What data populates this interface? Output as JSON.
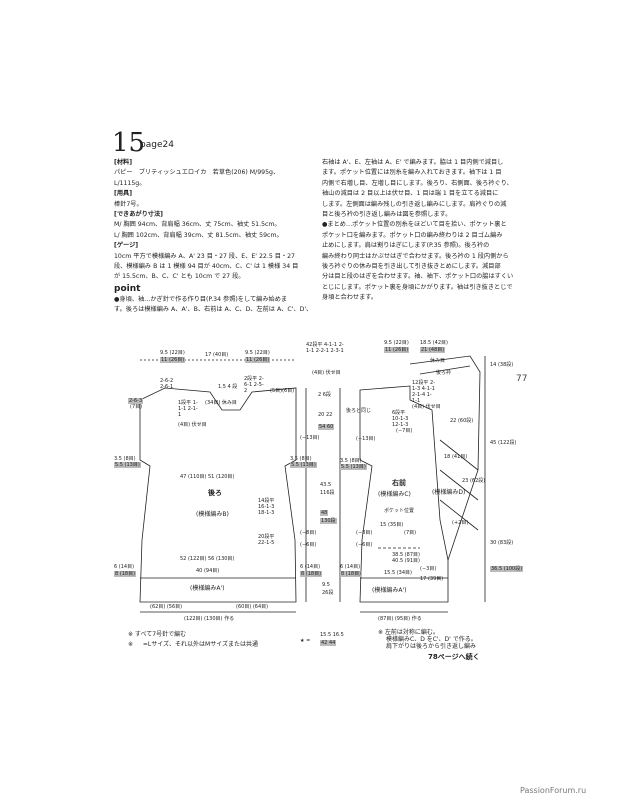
{
  "header": {
    "pattern_number": "15",
    "page_ref": "page24"
  },
  "left_column": [
    "[材料]",
    "パピー　ブリティッシュエロイカ　若草色(206) M/995g、",
    "L/1115g。",
    "[用具]",
    "棒針7号。",
    "[できあがり寸法]",
    "M/ 胸囲 94cm、背肩幅 36cm、丈 75cm、袖丈 51.5cm。",
    "L/ 胸囲 102cm、背肩幅 39cm、丈 81.5cm、袖丈 59cm。",
    "[ゲージ]",
    "10cm 平方で模様編み A、A' 23 目・27 段、E、E' 22.5 目・27",
    "段、模様編み B は 1 模様 94 目が 40cm、C、C' は 1 模様 34 目",
    "が 15.5cm、B、C、C' とも 10cm で 27 段。"
  ],
  "point_heading": "point",
  "point_lines": [
    "●身頃、袖…かぎ針で作る作り目(P.34 参照)をして編み始めま",
    "す。後ろは模様編み A、A'、B、右前は A、C、D、左前は A、C'、D'、"
  ],
  "right_column": [
    "右袖は A'、E、左袖は A、E' で編みます。脇は 1 目内側で減目し",
    "ます。ポケット位置には別糸を編み入れておきます。袖下は 1 目",
    "内側で右増し目、左増し目にします。後ろり、右側面、後ろ衿ぐり、",
    "袖山の減目は 2 目以上は伏せ目、1 目は端 1 目を立てる減目に",
    "します。左側面は編み残しの引き返し編みにします。肩衿ぐりの減",
    "目と後ろ衿の引き返し編みは図を参照します。",
    "●まとめ…ポケット位置の別糸をほどいて目を拾い、ポケット裏と",
    "ポケット口を編みます。ポケット口の編み終わりは 2 目ゴム編み",
    "止めにします。肩は割りはぎにします(P.35 参照)。後ろ衿の",
    "編み終わり同士はかぶせはぎで合わせます。後ろ衿の 1 段内側から",
    "後ろ衿ぐりの休み目を引き出して引き抜きとめにします。減目部",
    "分は目と段のはぎを合わせます。袖、袖下、ポケット口の脇はすくい",
    "とじにします。ポケット裏を身頃にかがります。袖は引き抜きとじで",
    "身頃と合わせます。"
  ],
  "side_page_number": "77",
  "continued": "78ページへ続く",
  "back_diagram": {
    "title": "後ろ",
    "pattern_b": "(模様編みB)",
    "pattern_a": "(模様編みA')",
    "shoulder_left": "9.5 (22目)",
    "shoulder_left2": "11 (26目)",
    "neck_width": "17 (40目)",
    "shoulder_right": "9.5 (22目)",
    "shoulder_right2": "11 (26目)",
    "row_top_left": "2-6-2",
    "row_top_left2": "2-6-1",
    "row_a": "2-6-3",
    "row_a2": "(7目)",
    "row_b": "1.5 4 段",
    "neck_rows": "(34目) 休み目",
    "rows_center": "1段平 1-1-1 2-1-1",
    "rows_center2": "(4目) 伏せ目",
    "rows_right": "2段平 2-6-1 2-5-2",
    "rows_right2": "(5目)(6目)",
    "armhole_l": "3.5 (8目)",
    "armhole_l2": "5.5 (13目)",
    "armhole_r": "3.5 (8目)",
    "armhole_r2": "5.5 (13目)",
    "chest": "47 (110目) 51 (120目)",
    "minus13": "(−13目)",
    "minus8": "(−8目)",
    "minus6": "(−6目)",
    "seq1": "14段平 16-1-3 18-1-3",
    "seq2": "20段平 22-1-5",
    "hem_width": "52 (122目) 56 (130目)",
    "hem_inner": "40 (94目)",
    "side_l": "6 (14目)",
    "side_l2": "8 (18目)",
    "side_r": "6 (14目)",
    "side_r2": "8 (18目)",
    "bottom_l": "(62目) (56目)",
    "bottom_r": "(60目) (64目)",
    "total": "(122目) (130目) 作る"
  },
  "mid_labels": {
    "top": "42段平 4-1-1 2-1-1 2-2-1 2-3-1",
    "top2": "(4目) 伏せ目",
    "h1": "2 6段",
    "h2": "20 22",
    "h3": "54 60",
    "h4": "43.5",
    "h5": "116段",
    "h6": "48",
    "h7": "130段",
    "h8": "9.5",
    "h9": "26段",
    "total_bottom": "15.5 16.5",
    "total_bottom2": "42 44",
    "star": "★ = "
  },
  "front_diagram": {
    "title": "右前",
    "pattern_c": "(模様編みC)",
    "pattern_d": "(模様編みD)",
    "pattern_a": "(模様編みA')",
    "top_l": "9.5 (22目)",
    "top_l2": "11 (26目)",
    "top_r": "18.5 (42目)",
    "top_r2": "21 (48目)",
    "rest": "休み目",
    "collar": "後ろ衿",
    "same_back": "後ろと同じ",
    "pocket": "ポケット位置",
    "pocket_w": "15 (35目)",
    "pocket_w2": "(7目)",
    "pocket_rows": "38.5 (87目) 40.5 (91目)",
    "hem": "15.5 (34目)",
    "hem2": "17 (39目)",
    "hem3": "(−3目)",
    "front_rows": "6段平 10-1-3 12-1-3",
    "front_rows2": "(−7目)",
    "armhole": "3.5 (8目)",
    "armhole2": "5.5 (13目)",
    "minus13": "(−13目)",
    "minus8": "(−8目)",
    "minus6": "(−6目)",
    "side": "6 (14目)",
    "side2": "8 (18目)",
    "right_a": "22 (60段)",
    "right_b": "18 (41目)",
    "right_c": "23 (62段)",
    "right_d": "30 (83段)",
    "right_e": "36.5 (100段)",
    "right_f": "14 (38段)",
    "right_g": "45 (122段)",
    "plus2": "(+2目)",
    "rows_right": "12段平 2-1-3 4-1-1 2-1-4 1-1-1",
    "rows_right2": "(4目) 伏せ目",
    "pocket_note": "ポケット口",
    "total": "(87目) (95目) 作る",
    "note1": "※ 左前は対称に編む。",
    "note2": "模様編みC、D をC'、D' で作る。",
    "note3": "肩下がりは後ろから引き返し編み"
  },
  "notes": {
    "n1": "※ すべて7号針で編む",
    "n2": "※ 　 =Lサイズ、それ以外はMサイズまたは共通"
  },
  "watermark": "PassionForum.ru"
}
